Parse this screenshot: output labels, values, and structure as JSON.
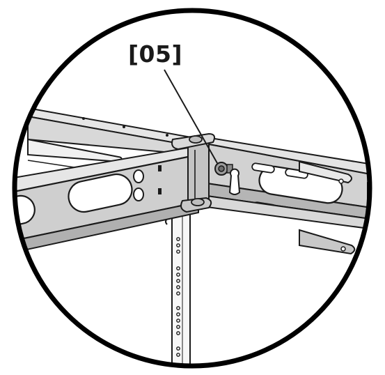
{
  "callout": {
    "label": "[05]"
  },
  "colors": {
    "steel_fill": "#d2d2d2",
    "steel_dark": "#a8a8a8",
    "outline": "#1a1a1a",
    "background": "#ffffff"
  },
  "icons": [
    "detail-circle",
    "leader-line",
    "bolt-icon",
    "keyhole-slot-icon"
  ]
}
